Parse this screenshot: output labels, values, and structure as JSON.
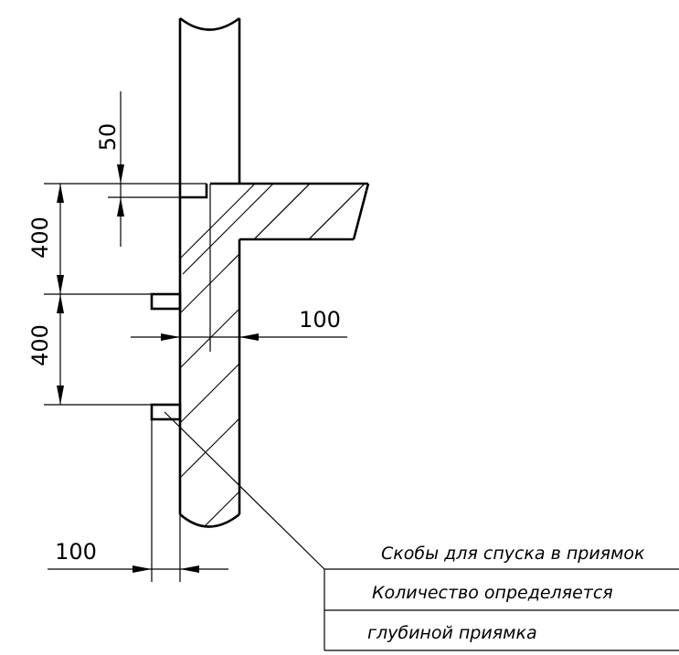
{
  "dimensions": {
    "gap_top": "50",
    "step_upper": "400",
    "step_lower": "400",
    "wall_thickness": "100",
    "bracket_offset": "100"
  },
  "note": {
    "line1": "Скобы для спуска в приямок",
    "line2": "Количество определяется",
    "line3": "глубиной приямка"
  }
}
